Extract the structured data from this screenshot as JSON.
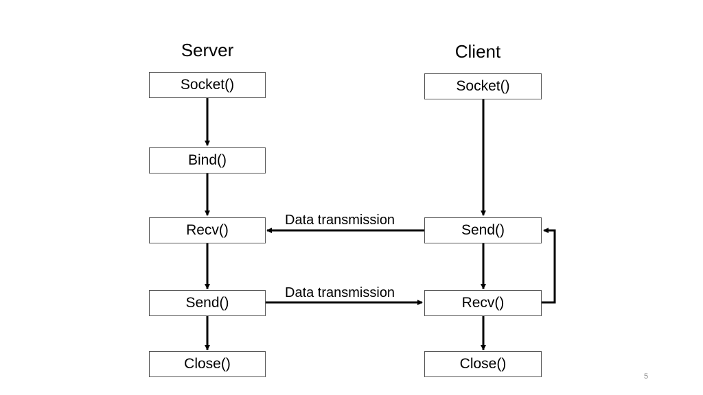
{
  "server": {
    "title": "Server",
    "steps": {
      "socket": "Socket()",
      "bind": "Bind()",
      "recv": "Recv()",
      "send": "Send()",
      "close": "Close()"
    }
  },
  "client": {
    "title": "Client",
    "steps": {
      "socket": "Socket()",
      "send": "Send()",
      "recv": "Recv()",
      "close": "Close()"
    }
  },
  "edges": {
    "client_to_server": "Data transmission",
    "server_to_client": "Data transmission"
  },
  "slide": {
    "page_number": "5"
  },
  "colors": {
    "line": "#000000",
    "box_border": "#555555",
    "page_number": "#8a8a8a"
  }
}
